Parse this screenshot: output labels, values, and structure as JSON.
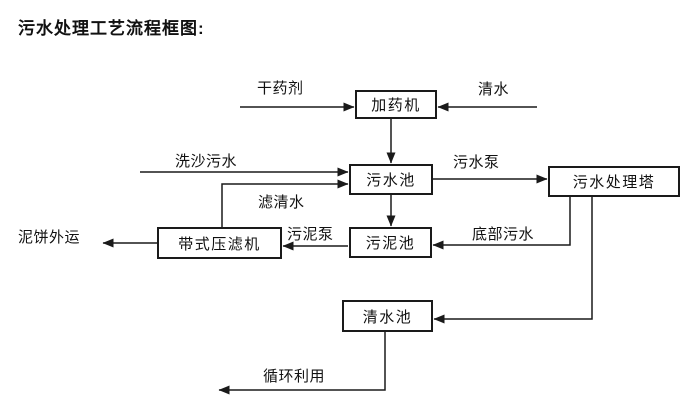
{
  "title": "污水处理工艺流程框图:",
  "nodes": {
    "dosing_machine": {
      "label": "加药机"
    },
    "sewage_pool": {
      "label": "污水池"
    },
    "treatment_tower": {
      "label": "污水处理塔"
    },
    "sludge_pool": {
      "label": "污泥池"
    },
    "belt_filter_press": {
      "label": "带式压滤机"
    },
    "clear_water_pool": {
      "label": "清水池"
    }
  },
  "flow_labels": {
    "dry_agent": "干药剂",
    "clear_water": "清水",
    "sand_washing_sewage": "洗沙污水",
    "sewage_pump": "污水泵",
    "filtered_water": "滤清水",
    "sludge_pump": "污泥泵",
    "bottom_sewage": "底部污水",
    "mud_cake_outbound": "泥饼外运",
    "recycling": "循环利用"
  },
  "edges": [
    {
      "from": null,
      "to": "dosing_machine",
      "label": "干药剂"
    },
    {
      "from": null,
      "to": "dosing_machine",
      "label": "清水"
    },
    {
      "from": "dosing_machine",
      "to": "sewage_pool",
      "label": ""
    },
    {
      "from": null,
      "to": "sewage_pool",
      "label": "洗沙污水"
    },
    {
      "from": "belt_filter_press",
      "to": "sewage_pool",
      "label": "滤清水"
    },
    {
      "from": "sewage_pool",
      "to": "treatment_tower",
      "label": "污水泵"
    },
    {
      "from": "sewage_pool",
      "to": "sludge_pool",
      "label": ""
    },
    {
      "from": "treatment_tower",
      "to": "sludge_pool",
      "label": "底部污水"
    },
    {
      "from": "sludge_pool",
      "to": "belt_filter_press",
      "label": "污泥泵"
    },
    {
      "from": "belt_filter_press",
      "to": null,
      "label": "泥饼外运"
    },
    {
      "from": "treatment_tower",
      "to": "clear_water_pool",
      "label": ""
    },
    {
      "from": "clear_water_pool",
      "to": null,
      "label": "循环利用"
    }
  ],
  "colors": {
    "line": "#1a1a1a",
    "text": "#111111",
    "background": "#ffffff"
  }
}
